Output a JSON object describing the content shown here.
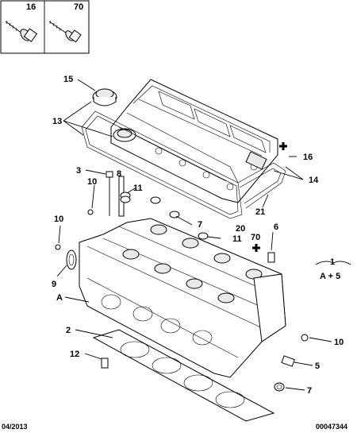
{
  "inset": {
    "box1_label": "16",
    "box2_label": "70"
  },
  "callouts": {
    "c15": "15",
    "c13": "13",
    "c16_right": "16",
    "c14": "14",
    "c3": "3",
    "c8": "8",
    "c10_top": "10",
    "c11_top": "11",
    "c21": "21",
    "c7_mid": "7",
    "c20": "20",
    "c11_mid": "11",
    "c6": "6",
    "c10_left": "10",
    "c70": "70",
    "c1": "1",
    "c1_sub": "A + 5",
    "c9": "9",
    "cA": "A",
    "c2": "2",
    "c10_right": "10",
    "c12": "12",
    "c5": "5",
    "c7_bottom": "7"
  },
  "footer": {
    "date": "04/2013",
    "ref": "00047344"
  },
  "icons": [
    "bolt-flange-icon",
    "bolt-washer-icon",
    "plus-marker-icon"
  ]
}
